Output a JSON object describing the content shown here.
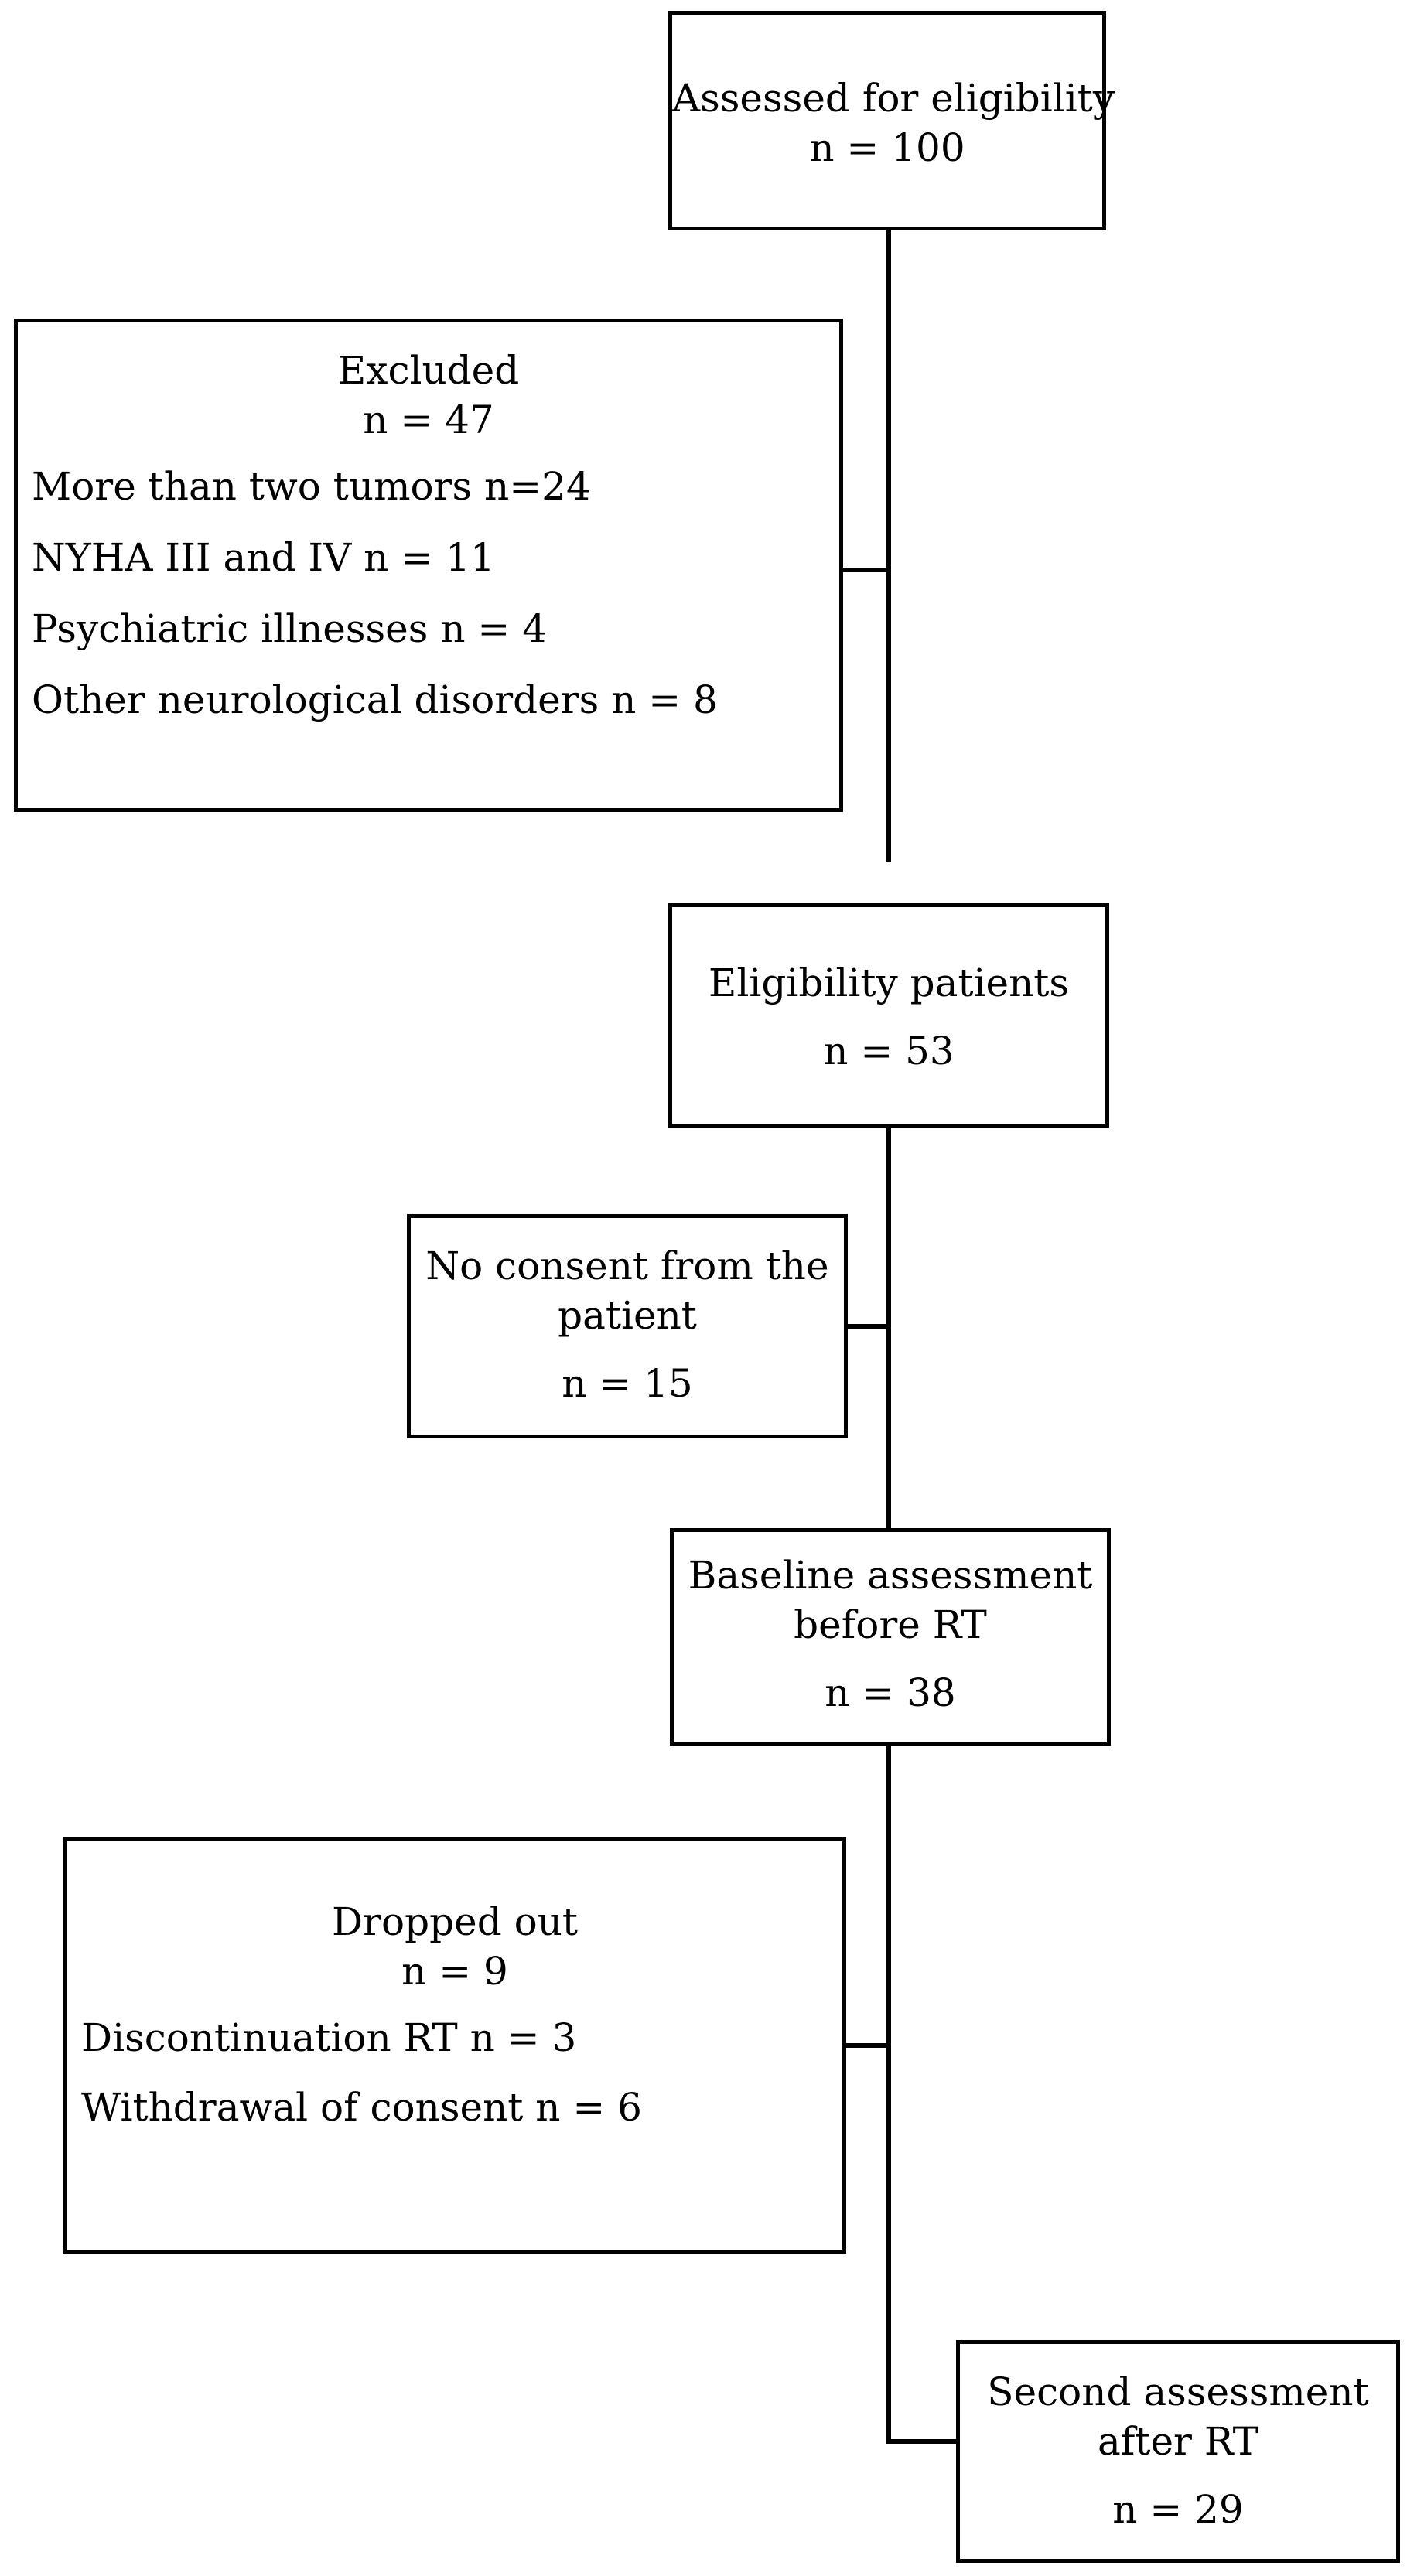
{
  "flow": {
    "assessed": {
      "title": "Assessed for eligibility",
      "n": "n = 100"
    },
    "excluded": {
      "title": "Excluded",
      "n": "n =  47",
      "reasons": [
        "More than two tumors n=24",
        "NYHA III and IV n = 11",
        "Psychiatric illnesses n = 4",
        "Other neurological disorders  n = 8"
      ]
    },
    "eligible": {
      "title": "Eligibility patients",
      "n": "n = 53"
    },
    "no_consent": {
      "title_line1": "No consent from the",
      "title_line2": "patient",
      "n": "n = 15"
    },
    "baseline": {
      "title_line1": "Baseline assessment",
      "title_line2": "before RT",
      "n": "n = 38"
    },
    "dropped": {
      "title": "Dropped out",
      "n": "n = 9",
      "reasons": [
        "Discontinuation RT n = 3",
        "Withdrawal of consent n = 6"
      ]
    },
    "second": {
      "title_line1": "Second assessment",
      "title_line2": "after RT",
      "n": "n = 29"
    }
  }
}
